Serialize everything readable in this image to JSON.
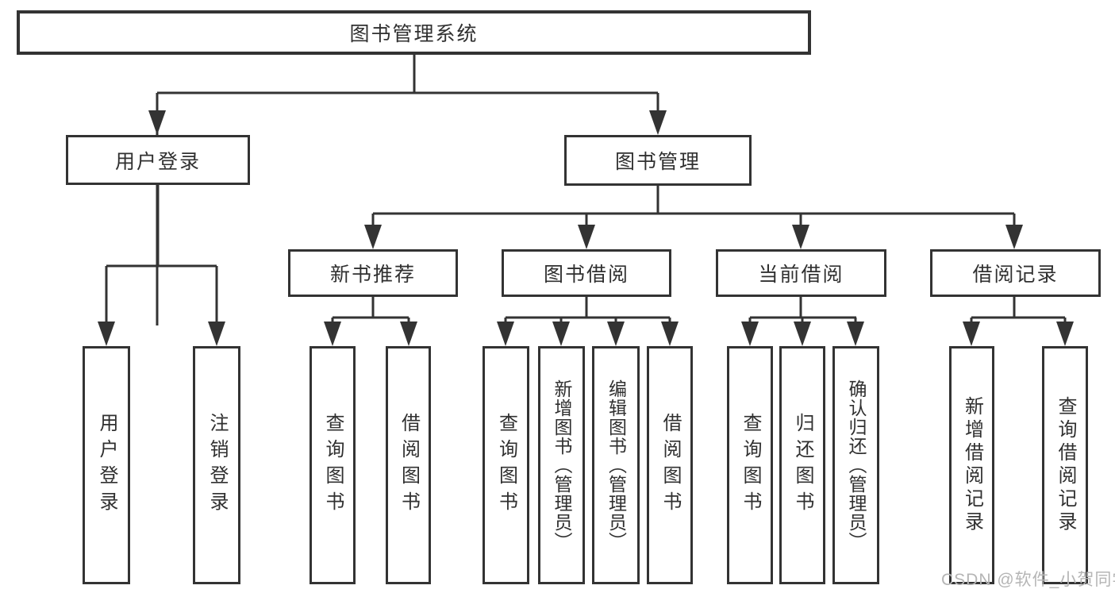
{
  "tree": {
    "label": "图书管理系统",
    "children": [
      {
        "label": "用户登录",
        "children": [
          {
            "label": "用户登录"
          },
          {
            "label": "注销登录"
          }
        ]
      },
      {
        "label": "图书管理",
        "children": [
          {
            "label": "新书推荐",
            "children": [
              {
                "label": "查询图书"
              },
              {
                "label": "借阅图书"
              }
            ]
          },
          {
            "label": "图书借阅",
            "children": [
              {
                "label": "查询图书"
              },
              {
                "label": "新增图书（管理员）"
              },
              {
                "label": "编辑图书（管理员）"
              },
              {
                "label": "借阅图书"
              }
            ]
          },
          {
            "label": "当前借阅",
            "children": [
              {
                "label": "查询图书"
              },
              {
                "label": "归还图书"
              },
              {
                "label": "确认归还（管理员）"
              }
            ]
          },
          {
            "label": "借阅记录",
            "children": [
              {
                "label": "新增借阅记录"
              },
              {
                "label": "查询借阅记录"
              }
            ]
          }
        ]
      }
    ]
  },
  "colors": {
    "line": "#333333",
    "text": "#303030",
    "watermark": "#b5b5b5"
  },
  "watermark": "CSDN @软件_小贺同学"
}
